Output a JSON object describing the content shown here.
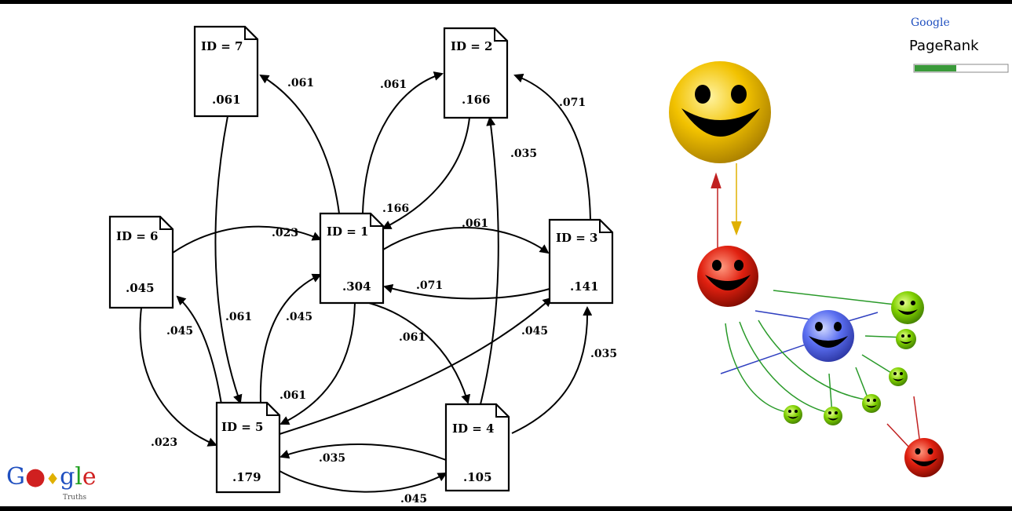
{
  "nodes": [
    {
      "key": "n1",
      "id_label": "ID = 1",
      "rank": ".304"
    },
    {
      "key": "n2",
      "id_label": "ID = 2",
      "rank": ".166"
    },
    {
      "key": "n3",
      "id_label": "ID = 3",
      "rank": ".141"
    },
    {
      "key": "n4",
      "id_label": "ID = 4",
      "rank": ".105"
    },
    {
      "key": "n5",
      "id_label": "ID = 5",
      "rank": ".179"
    },
    {
      "key": "n6",
      "id_label": "ID = 6",
      "rank": ".045"
    },
    {
      "key": "n7",
      "id_label": "ID = 7",
      "rank": ".061"
    }
  ],
  "edges": [
    {
      "from": "n1",
      "to": "n7",
      "label": ".061"
    },
    {
      "from": "n1",
      "to": "n2",
      "label": ".061"
    },
    {
      "from": "n2",
      "to": "n1",
      "label": ".166"
    },
    {
      "from": "n6",
      "to": "n1",
      "label": ".023"
    },
    {
      "from": "n1",
      "to": "n3",
      "label": ".061"
    },
    {
      "from": "n3",
      "to": "n1",
      "label": ".071"
    },
    {
      "from": "n3",
      "to": "n2",
      "label": ".071"
    },
    {
      "from": "n4",
      "to": "n2",
      "label": ".035"
    },
    {
      "from": "n7",
      "to": "n5",
      "label": ".061"
    },
    {
      "from": "n5",
      "to": "n1",
      "label": ".045"
    },
    {
      "from": "n5",
      "to": "n6",
      "label": ".045"
    },
    {
      "from": "n1",
      "to": "n4",
      "label": ".061"
    },
    {
      "from": "n5",
      "to": "n3",
      "label": ".045"
    },
    {
      "from": "n4",
      "to": "n3",
      "label": ".035"
    },
    {
      "from": "n1",
      "to": "n5",
      "label": ".061"
    },
    {
      "from": "n6",
      "to": "n5",
      "label": ".023"
    },
    {
      "from": "n4",
      "to": "n5",
      "label": ".035"
    },
    {
      "from": "n5",
      "to": "n4",
      "label": ".045"
    }
  ],
  "logos": {
    "google_bottom": "Google",
    "google_bottom_sub": "Truths",
    "pagerank_top_google": "Google",
    "pagerank_top_label": "PageRank"
  },
  "pagerank_bar_level": 0.45,
  "colors": {
    "big_smiley": "#f2c200",
    "red_smiley": "#e02010",
    "blue_smiley": "#5a6ef0",
    "green_smiley": "#7fd000",
    "bar_fill": "#3a9a3a"
  }
}
